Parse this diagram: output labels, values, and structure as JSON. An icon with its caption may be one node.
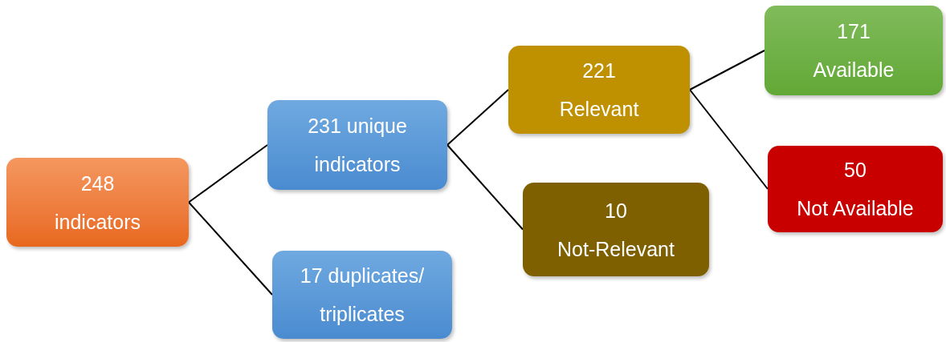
{
  "diagram": {
    "nodes": [
      {
        "text": [
          "248",
          "indicators"
        ]
      },
      {
        "text": [
          "231 unique indicators"
        ]
      },
      {
        "text": [
          "17 duplicates/ triplicates"
        ]
      },
      {
        "text": [
          "221",
          "Relevant"
        ]
      },
      {
        "text": [
          "10",
          "Not-Relevant"
        ]
      },
      {
        "text": [
          "171",
          "Available"
        ]
      },
      {
        "text": [
          "50",
          "Not Available"
        ]
      }
    ],
    "edges": [
      {
        "from": 0,
        "to": 1,
        "arrow": "none"
      },
      {
        "from": 0,
        "to": 2,
        "arrow": "none"
      },
      {
        "from": 1,
        "to": 3,
        "arrow": "none"
      },
      {
        "from": 1,
        "to": 4,
        "arrow": "none"
      },
      {
        "from": 3,
        "to": 5,
        "arrow": "none"
      },
      {
        "from": 3,
        "to": 6,
        "arrow": "none"
      }
    ]
  }
}
